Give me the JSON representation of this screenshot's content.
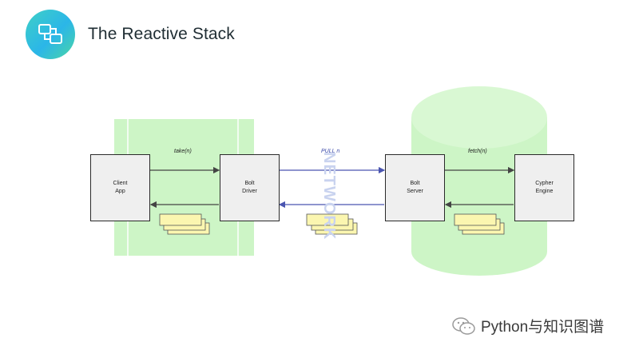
{
  "header": {
    "logo_icon": "linked-windows-icon",
    "title": "The Reactive Stack"
  },
  "diagram": {
    "components": {
      "client_app": [
        "Client",
        "App"
      ],
      "bolt_driver": [
        "Bolt",
        "Driver"
      ],
      "bolt_server": [
        "Bolt",
        "Server"
      ],
      "cypher_engine": [
        "Cypher",
        "Engine"
      ]
    },
    "flows": {
      "client_to_driver": "take(n)",
      "driver_to_server": "PULL n",
      "server_to_engine": "fetch(n)"
    },
    "network_label": "NETWORK"
  },
  "watermark": {
    "icon": "wechat-icon",
    "text": "Python与知识图谱"
  },
  "colors": {
    "client_zone": "#cdf5c6",
    "server_zone": "#cdf5c6",
    "box_fill": "#efefef",
    "arrow_dark": "#444444",
    "arrow_network": "#4a55b0",
    "network_text": "#c9d3ef",
    "buffer_fill": "#fbf6b0"
  }
}
